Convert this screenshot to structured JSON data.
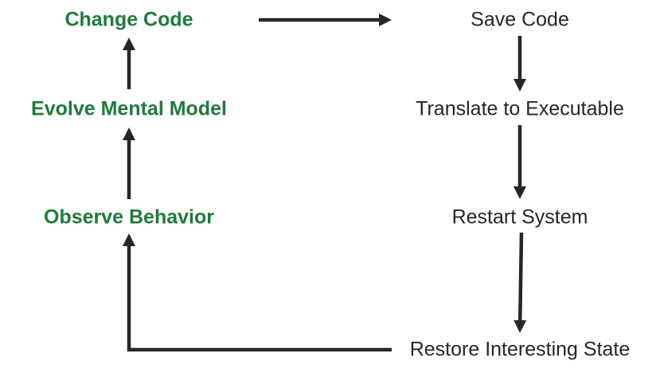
{
  "diagram": {
    "colors": {
      "emphasis_text": "#1e7b3c",
      "normal_text": "#262626",
      "arrow": "#262626"
    },
    "nodes": [
      {
        "id": "change-code",
        "label": "Change Code",
        "style": "emphasis"
      },
      {
        "id": "save-code",
        "label": "Save Code",
        "style": "normal"
      },
      {
        "id": "evolve-mental-model",
        "label": "Evolve Mental Model",
        "style": "emphasis"
      },
      {
        "id": "translate-to-executable",
        "label": "Translate to Executable",
        "style": "normal"
      },
      {
        "id": "observe-behavior",
        "label": "Observe Behavior",
        "style": "emphasis"
      },
      {
        "id": "restart-system",
        "label": "Restart System",
        "style": "normal"
      },
      {
        "id": "restore-interesting-state",
        "label": "Restore Interesting State",
        "style": "normal"
      }
    ],
    "edges": [
      {
        "from": "change-code",
        "to": "save-code"
      },
      {
        "from": "save-code",
        "to": "translate-to-executable"
      },
      {
        "from": "translate-to-executable",
        "to": "restart-system"
      },
      {
        "from": "restart-system",
        "to": "restore-interesting-state"
      },
      {
        "from": "restore-interesting-state",
        "to": "observe-behavior"
      },
      {
        "from": "observe-behavior",
        "to": "evolve-mental-model"
      },
      {
        "from": "evolve-mental-model",
        "to": "change-code"
      }
    ]
  }
}
